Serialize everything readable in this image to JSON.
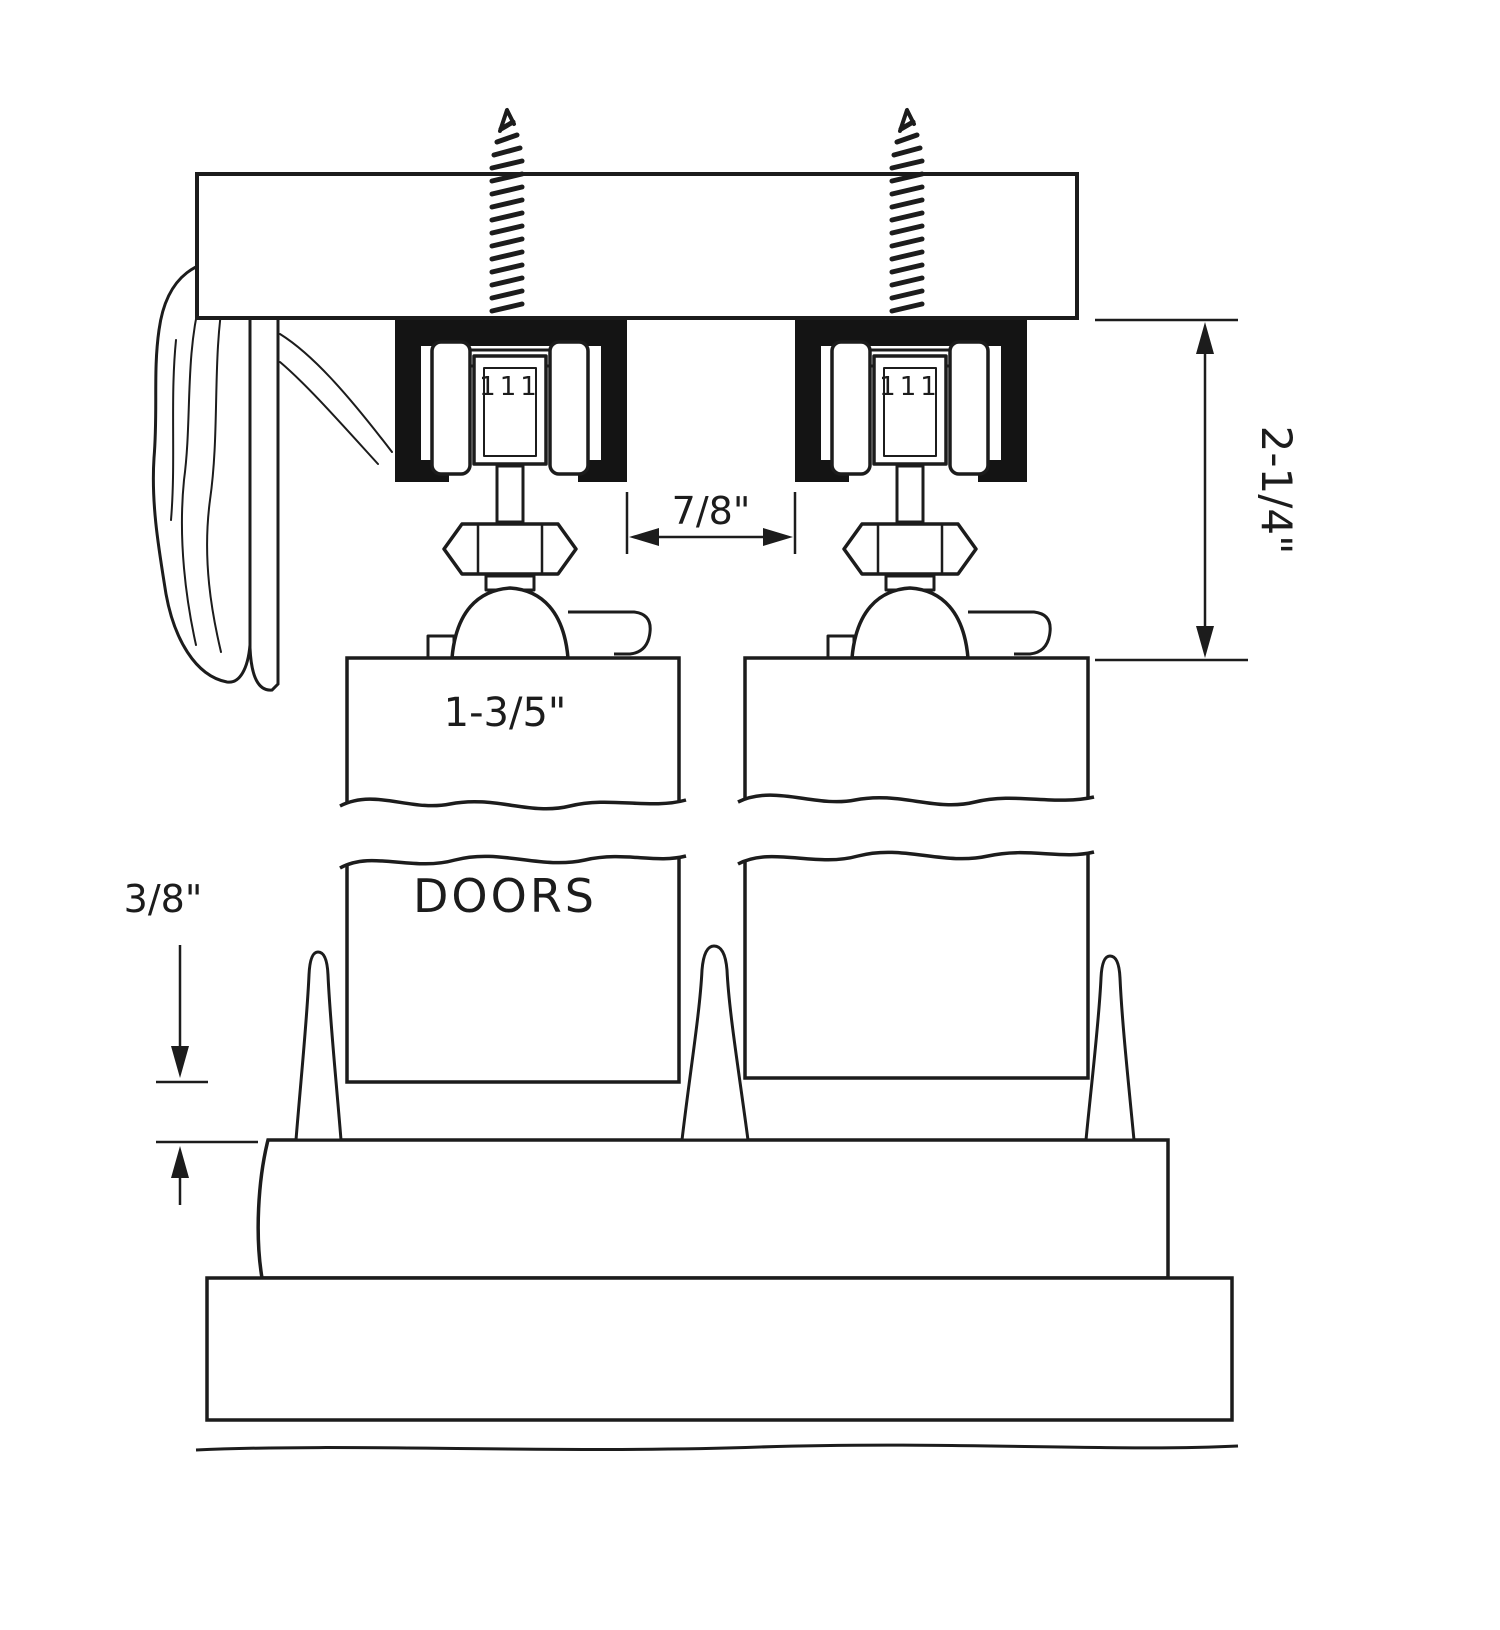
{
  "diagram": {
    "type": "technical-drawing",
    "subject": "Sliding bypass door hardware cross-section",
    "background_color": "#ffffff",
    "line_color": "#1c1c1c",
    "labels": {
      "gap_between_tracks": "7/8\"",
      "hanger_height": "2-1/4\"",
      "door_top_width": "1-3/5\"",
      "doors": "DOORS",
      "bottom_clearance": "3/8\"",
      "left_roller_mark": "111",
      "right_roller_mark": "111"
    }
  }
}
